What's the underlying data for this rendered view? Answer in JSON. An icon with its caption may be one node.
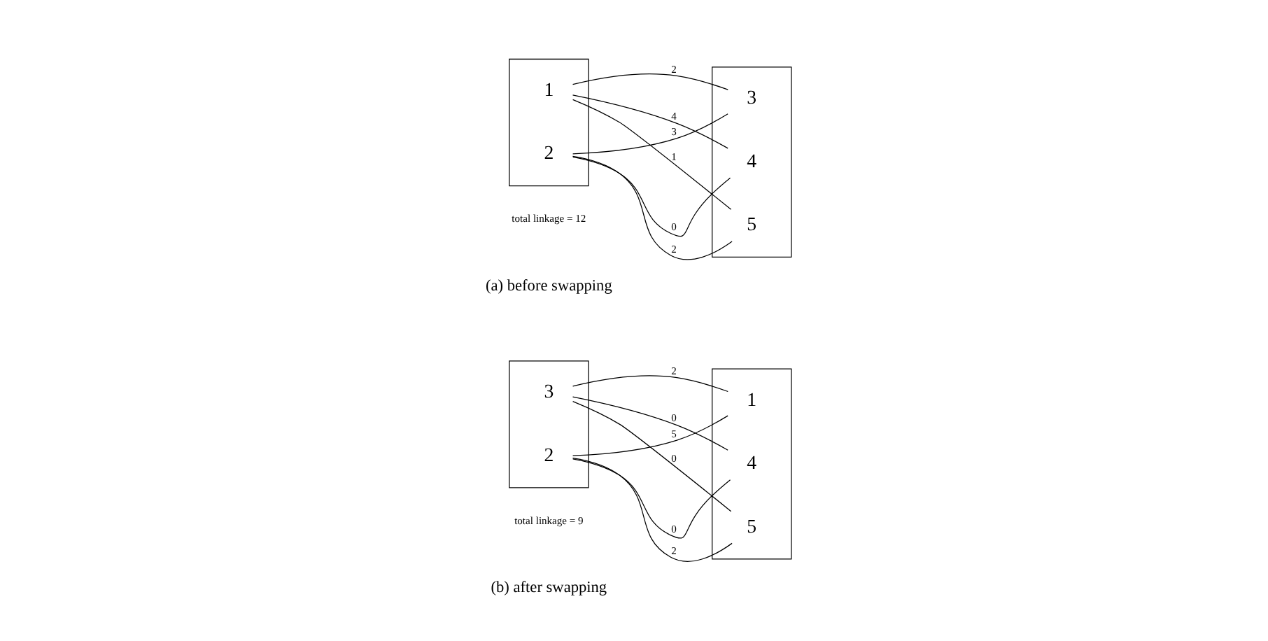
{
  "diagram": {
    "nodes": [
      {
        "text": [],
        "shape": "box"
      },
      {
        "text": [
          "1"
        ],
        "in": 0
      },
      {
        "text": [
          "2"
        ],
        "in": 0
      },
      {
        "text": [],
        "shape": "box"
      },
      {
        "text": [
          "3"
        ],
        "in": 3
      },
      {
        "text": [
          "4"
        ],
        "in": 3
      },
      {
        "text": [
          "5"
        ],
        "in": 3
      },
      {
        "text": [],
        "shape": "box"
      },
      {
        "text": [
          "3"
        ],
        "in": 7
      },
      {
        "text": [
          "2"
        ],
        "in": 7
      },
      {
        "text": [],
        "shape": "box"
      },
      {
        "text": [
          "1"
        ],
        "in": 10
      },
      {
        "text": [
          "4"
        ],
        "in": 10
      },
      {
        "text": [
          "5"
        ],
        "in": 10
      }
    ],
    "edges": [
      {
        "from": 1,
        "to": 4,
        "arrow": "none",
        "label": "2"
      },
      {
        "from": 1,
        "to": 5,
        "arrow": "none",
        "label": "4"
      },
      {
        "from": 1,
        "to": 6,
        "arrow": "none",
        "label": "1"
      },
      {
        "from": 2,
        "to": 4,
        "arrow": "none",
        "label": "3"
      },
      {
        "from": 2,
        "to": 5,
        "arrow": "none",
        "label": "0"
      },
      {
        "from": 2,
        "to": 6,
        "arrow": "none",
        "label": "2"
      },
      {
        "from": 8,
        "to": 11,
        "arrow": "none",
        "label": "2"
      },
      {
        "from": 8,
        "to": 12,
        "arrow": "none",
        "label": "0"
      },
      {
        "from": 8,
        "to": 13,
        "arrow": "none",
        "label": "0"
      },
      {
        "from": 9,
        "to": 11,
        "arrow": "none",
        "label": "5"
      },
      {
        "from": 9,
        "to": 12,
        "arrow": "none",
        "label": "0"
      },
      {
        "from": 9,
        "to": 13,
        "arrow": "none",
        "label": "2"
      }
    ],
    "labels": [
      "total linkage = 12",
      "total linkage = 9",
      "(a) before swapping",
      "(b) after swapping"
    ]
  }
}
